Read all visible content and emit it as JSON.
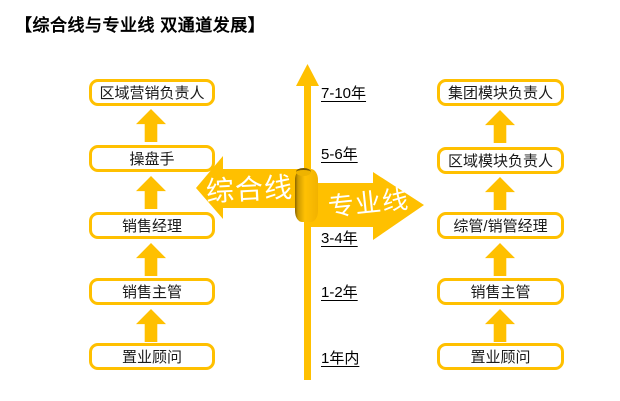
{
  "title": "【综合线与专业线 双通道发展】",
  "colors": {
    "accent": "#FFC000",
    "accent_shade": "#8A6500",
    "text": "#000000",
    "arrow_label_text": "#FFFFFF",
    "background": "#FFFFFF"
  },
  "timeline": {
    "labels_top_to_bottom": [
      "7-10年",
      "5-6年",
      "3-4年",
      "1-2年",
      "1年内"
    ]
  },
  "channels": {
    "left": {
      "arrow_label": "综合线",
      "levels_top_to_bottom": [
        "区域营销负责人",
        "操盘手",
        "销售经理",
        "销售主管",
        "置业顾问"
      ]
    },
    "right": {
      "arrow_label": "专业线",
      "levels_top_to_bottom": [
        "集团模块负责人",
        "区域模块负责人",
        "综管/销管经理",
        "销售主管",
        "置业顾问"
      ]
    }
  }
}
